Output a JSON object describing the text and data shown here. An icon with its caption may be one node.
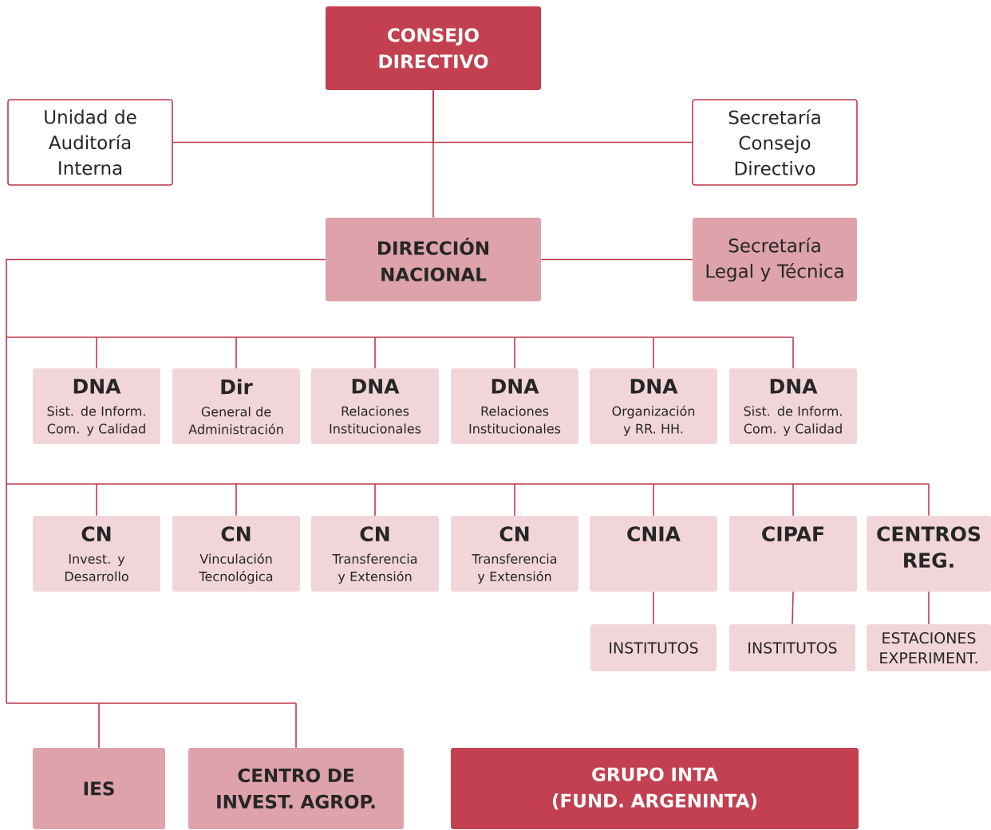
{
  "diagram": {
    "nodes": [
      {
        "text": [
          "CONSEJO DIRECTIVO"
        ]
      },
      {
        "text": [
          "Unidad de Auditoría Interna"
        ]
      },
      {
        "text": [
          "Secretaría Consejo Directivo"
        ]
      },
      {
        "text": [
          "DIRECCIÓN NACIONAL"
        ]
      },
      {
        "text": [
          "Secretaría Legal y Técnica"
        ]
      },
      {
        "text": [
          "DNA",
          "Sist. de Inform. Com. y Calidad"
        ]
      },
      {
        "text": [
          "Dir",
          "General de Administración"
        ]
      },
      {
        "text": [
          "DNA",
          "Relaciones Institucionales"
        ]
      },
      {
        "text": [
          "DNA",
          "Relaciones Institucionales"
        ]
      },
      {
        "text": [
          "DNA",
          "Organización y RR. HH."
        ]
      },
      {
        "text": [
          "DNA",
          "Sist. de Inform. Com. y Calidad"
        ]
      },
      {
        "text": [
          "CN",
          "Invest. y Desarrollo"
        ]
      },
      {
        "text": [
          "CN",
          "Vinculación Tecnológica"
        ]
      },
      {
        "text": [
          "CN",
          "Transferencia y Extensión"
        ]
      },
      {
        "text": [
          "CN",
          "Transferencia y Extensión"
        ]
      },
      {
        "text": [
          "CNIA"
        ]
      },
      {
        "text": [
          "CIPAF"
        ]
      },
      {
        "text": [
          "CENTROS REG."
        ]
      },
      {
        "text": [
          "INSTITUTOS"
        ]
      },
      {
        "text": [
          "INSTITUTOS"
        ]
      },
      {
        "text": [
          "ESTACIONES EXPERIMENT."
        ]
      },
      {
        "text": [
          "IES"
        ]
      },
      {
        "text": [
          "CENTRO DE INVEST. AGROP."
        ]
      },
      {
        "text": [
          "GRUPO INTA",
          "(FUND. ARGENINTA)"
        ]
      }
    ],
    "edges": [
      {
        "from": 0,
        "to": 1,
        "arrow": "none"
      },
      {
        "from": 0,
        "to": 2,
        "arrow": "none"
      },
      {
        "from": 0,
        "to": 3,
        "arrow": "none"
      },
      {
        "from": 3,
        "to": 4,
        "arrow": "none"
      },
      {
        "from": 3,
        "to": 5,
        "arrow": "none"
      },
      {
        "from": 3,
        "to": 6,
        "arrow": "none"
      },
      {
        "from": 3,
        "to": 7,
        "arrow": "none"
      },
      {
        "from": 3,
        "to": 8,
        "arrow": "none"
      },
      {
        "from": 3,
        "to": 9,
        "arrow": "none"
      },
      {
        "from": 3,
        "to": 10,
        "arrow": "none"
      },
      {
        "from": 3,
        "to": 11,
        "arrow": "none"
      },
      {
        "from": 3,
        "to": 12,
        "arrow": "none"
      },
      {
        "from": 3,
        "to": 13,
        "arrow": "none"
      },
      {
        "from": 3,
        "to": 14,
        "arrow": "none"
      },
      {
        "from": 3,
        "to": 15,
        "arrow": "none"
      },
      {
        "from": 3,
        "to": 16,
        "arrow": "none"
      },
      {
        "from": 3,
        "to": 17,
        "arrow": "none"
      },
      {
        "from": 15,
        "to": 18,
        "arrow": "none"
      },
      {
        "from": 16,
        "to": 19,
        "arrow": "none"
      },
      {
        "from": 17,
        "to": 20,
        "arrow": "none"
      },
      {
        "from": 3,
        "to": 21,
        "arrow": "none"
      },
      {
        "from": 3,
        "to": 22,
        "arrow": "none"
      }
    ]
  }
}
